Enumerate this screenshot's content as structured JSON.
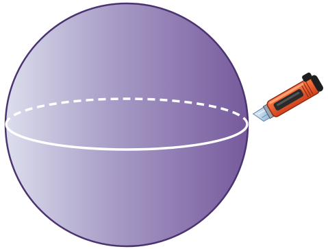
{
  "diagram": {
    "subject": "sphere-cut-by-plane",
    "objects": [
      {
        "name": "sphere",
        "kind": "solid-sphere"
      },
      {
        "name": "equator-cross-section",
        "kind": "ellipse",
        "front_style": "solid",
        "back_style": "dashed"
      },
      {
        "name": "utility-knife",
        "kind": "illustration"
      }
    ]
  },
  "colors": {
    "sphere_light": "#d9dbeb",
    "sphere_mid": "#a094c0",
    "sphere_dark": "#7a5f9f",
    "outline": "#4a3370",
    "section_line": "#ffffff",
    "knife_body": "#e8522a",
    "knife_dark": "#2a2a2a",
    "blade": "#c9ddf0"
  },
  "icons": [
    "utility-knife-icon"
  ]
}
